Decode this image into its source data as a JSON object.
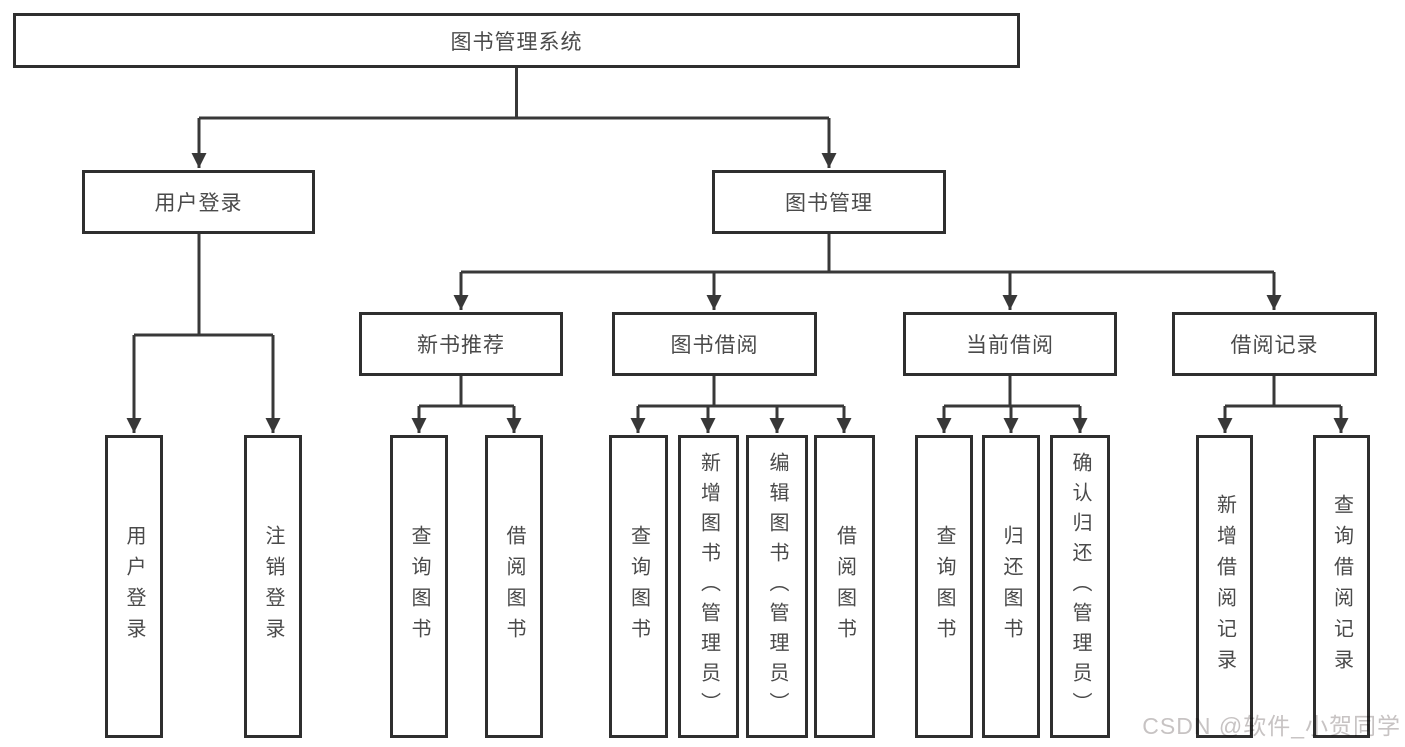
{
  "diagram": {
    "root": {
      "label": "图书管理系统"
    },
    "level2": [
      {
        "label": "用户登录"
      },
      {
        "label": "图书管理"
      }
    ],
    "level3": [
      {
        "label": "新书推荐"
      },
      {
        "label": "图书借阅"
      },
      {
        "label": "当前借阅"
      },
      {
        "label": "借阅记录"
      }
    ],
    "leaves": [
      {
        "label": "用户登录"
      },
      {
        "label": "注销登录"
      },
      {
        "label": "查询图书"
      },
      {
        "label": "借阅图书"
      },
      {
        "label": "查询图书"
      },
      {
        "label": "新增图书（管理员）"
      },
      {
        "label": "编辑图书（管理员）"
      },
      {
        "label": "借阅图书"
      },
      {
        "label": "查询图书"
      },
      {
        "label": "归还图书"
      },
      {
        "label": "确认归还（管理员）"
      },
      {
        "label": "新增借阅记录"
      },
      {
        "label": "查询借阅记录"
      }
    ]
  },
  "watermark": {
    "text": "CSDN @软件_小贺同学"
  },
  "colors": {
    "line": "#383838",
    "border": "#2f2f2f",
    "text": "#4a4a4a",
    "watermark": "#c7c3c3"
  }
}
